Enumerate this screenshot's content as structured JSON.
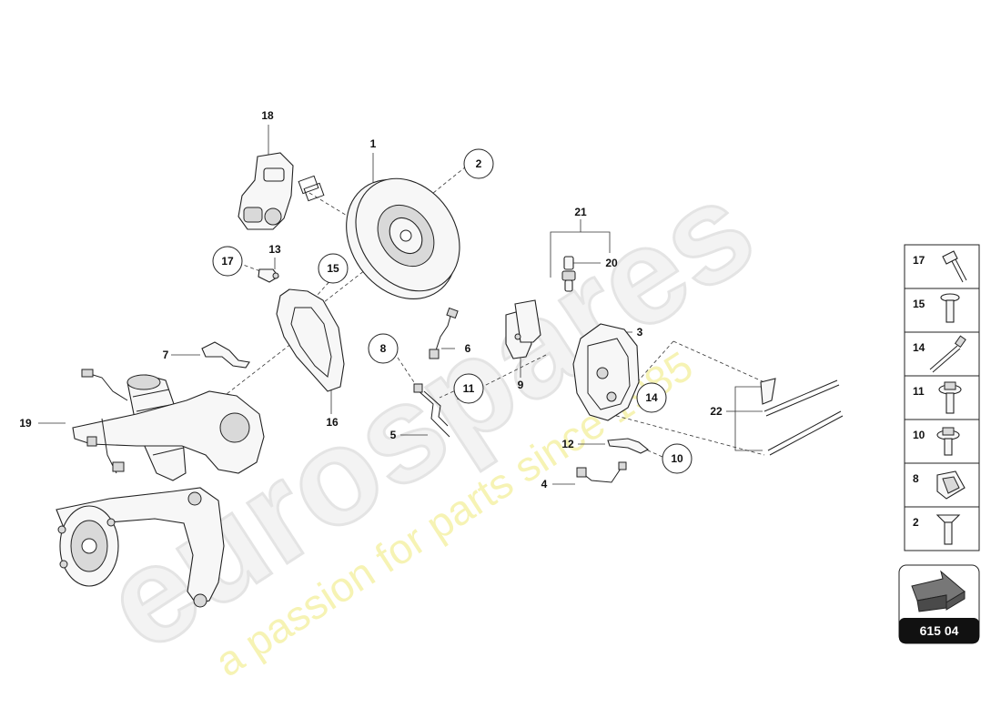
{
  "watermark": {
    "brand": "eurospares",
    "tagline": "a passion for parts since 1985"
  },
  "callouts": {
    "c1": "1",
    "c2": "2",
    "c3": "3",
    "c4": "4",
    "c5": "5",
    "c6": "6",
    "c7": "7",
    "c8": "8",
    "c9": "9",
    "c10": "10",
    "c11": "11",
    "c12": "12",
    "c13": "13",
    "c14": "14",
    "c15": "15",
    "c16": "16",
    "c17": "17",
    "c18": "18",
    "c19": "19",
    "c20": "20",
    "c21": "21",
    "c22": "22"
  },
  "fastener_panel": {
    "rows": [
      {
        "label": "17",
        "icon": "torx-bolt-icon"
      },
      {
        "label": "15",
        "icon": "torx-screw-icon"
      },
      {
        "label": "14",
        "icon": "long-bolt-icon"
      },
      {
        "label": "11",
        "icon": "hex-flange-bolt-icon"
      },
      {
        "label": "10",
        "icon": "hex-flange-bolt-icon"
      },
      {
        "label": "8",
        "icon": "clip-nut-icon"
      },
      {
        "label": "2",
        "icon": "countersunk-screw-icon"
      }
    ]
  },
  "page_ref": {
    "code": "615 04",
    "icon": "arrow-right-icon"
  }
}
